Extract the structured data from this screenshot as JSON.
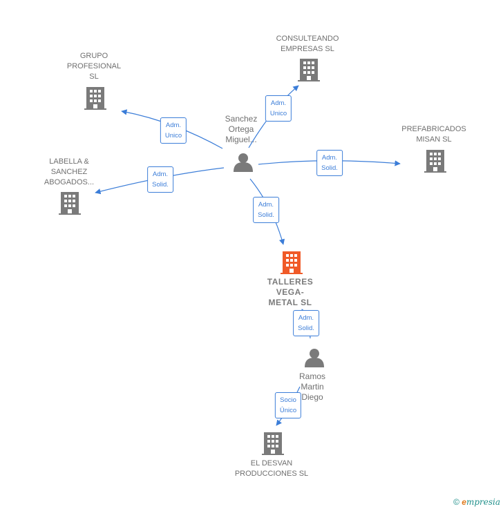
{
  "nodes": {
    "consulteando": {
      "lines": [
        "CONSULTEANDO",
        "EMPRESAS  SL"
      ]
    },
    "grupo": {
      "lines": [
        "GRUPO",
        "PROFESIONAL",
        "SL"
      ]
    },
    "prefabricados": {
      "lines": [
        "PREFABRICADOS",
        "MISAN  SL"
      ]
    },
    "labella": {
      "lines": [
        "LABELLA &",
        "SANCHEZ",
        "ABOGADOS..."
      ]
    },
    "sanchez": {
      "lines": [
        "Sanchez",
        "Ortega",
        "Miguel..."
      ]
    },
    "talleres": {
      "lines": [
        "TALLERES",
        "VEGA-",
        "METAL  SL"
      ]
    },
    "ramos": {
      "lines": [
        "Ramos",
        "Martin",
        "Diego"
      ]
    },
    "desvan": {
      "lines": [
        "EL DESVAN",
        "PRODUCCIONES SL"
      ]
    }
  },
  "edges": {
    "to_consulteando": [
      "Adm.",
      "Unico"
    ],
    "to_grupo": [
      "Adm.",
      "Unico"
    ],
    "to_prefabricados": [
      "Adm.",
      "Solid."
    ],
    "to_labella": [
      "Adm.",
      "Solid."
    ],
    "to_talleres": [
      "Adm.",
      "Solid."
    ],
    "ramos_talleres": [
      "Adm.",
      "Solid."
    ],
    "to_desvan": [
      "Socio",
      "Único"
    ]
  },
  "colors": {
    "edge": "#3b7dd8",
    "building": "#7a7a7a",
    "building_focus": "#f05a28",
    "person": "#7a7a7a"
  },
  "footer": {
    "copyright": "©",
    "brand_e": "e",
    "brand_rest": "mpresia"
  }
}
